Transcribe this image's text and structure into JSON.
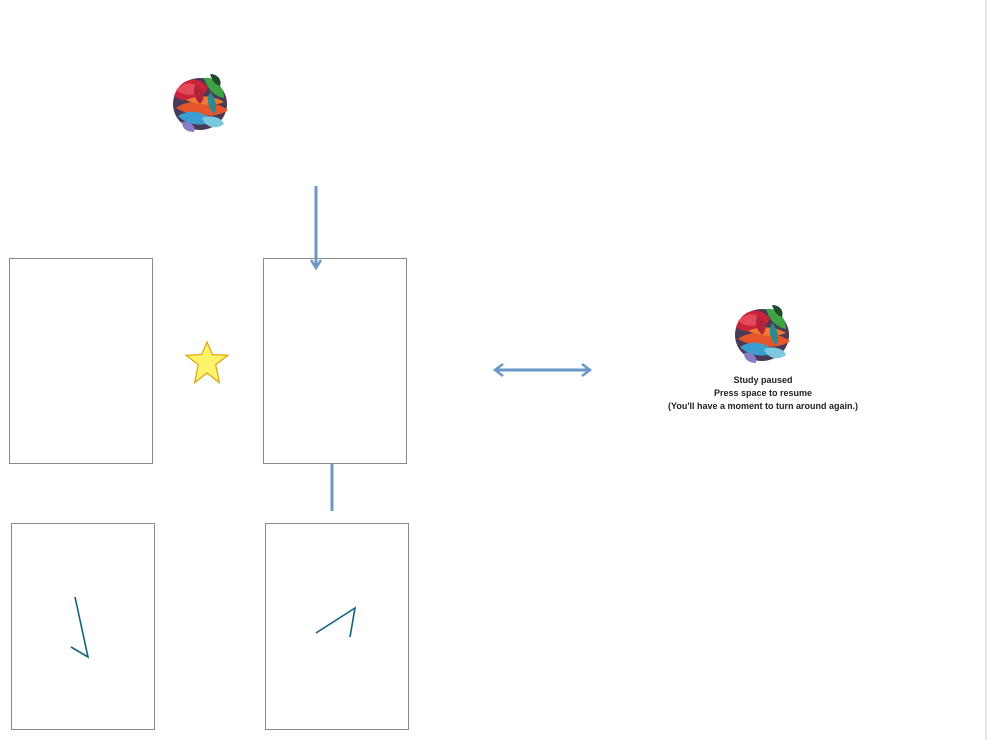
{
  "pause_message": {
    "title": "Study paused",
    "instruction": "Press space to resume",
    "note": "(You'll have a moment to turn around again.)"
  },
  "colors": {
    "arrow": "#6a97c6",
    "stimulus_line": "#14607f",
    "star_fill": "#fff36b",
    "star_stroke": "#e0a200",
    "box_border": "#8a8a8a"
  },
  "icons": {
    "attention_getter": "multicolor-ribbon-ball-icon",
    "reward": "star-icon",
    "transition": "double-headed-arrow-icon"
  }
}
